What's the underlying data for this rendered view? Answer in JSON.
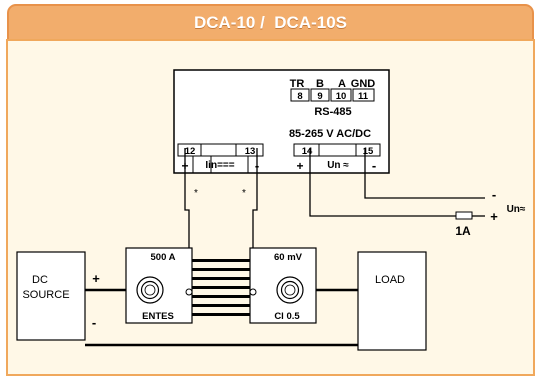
{
  "title": "DCA-10 /  DCA-10S",
  "colors": {
    "header_fill": "#f2ad6c",
    "header_border": "#e8924a",
    "panel_fill": "#fff8e7",
    "panel_border": "#f0a85c",
    "line": "#000000"
  },
  "meter": {
    "rs485_labels": [
      "TR",
      "B",
      "A",
      "GND"
    ],
    "rs485_pins": [
      "8",
      "9",
      "10",
      "11"
    ],
    "rs485_name": "RS-485",
    "supply_label": "85-265 V AC/DC",
    "current_terminals": [
      "12",
      "13"
    ],
    "current_label": "Iin===",
    "voltage_terminals": [
      "14",
      "15"
    ],
    "voltage_label": "Un ≈",
    "plus": "+",
    "minus": "-"
  },
  "shunt": {
    "rating_current": "500 A",
    "rating_voltage": "60 mV",
    "brand": "ENTES",
    "class_label": "Cl 0.5",
    "star": "*"
  },
  "source": {
    "line1": "DC",
    "line2": "SOURCE",
    "plus": "+",
    "minus": "-"
  },
  "load": {
    "label": "LOAD"
  },
  "supply": {
    "un_label": "Un≈",
    "fuse_label": "1A",
    "minus": "-",
    "plus": "+"
  }
}
